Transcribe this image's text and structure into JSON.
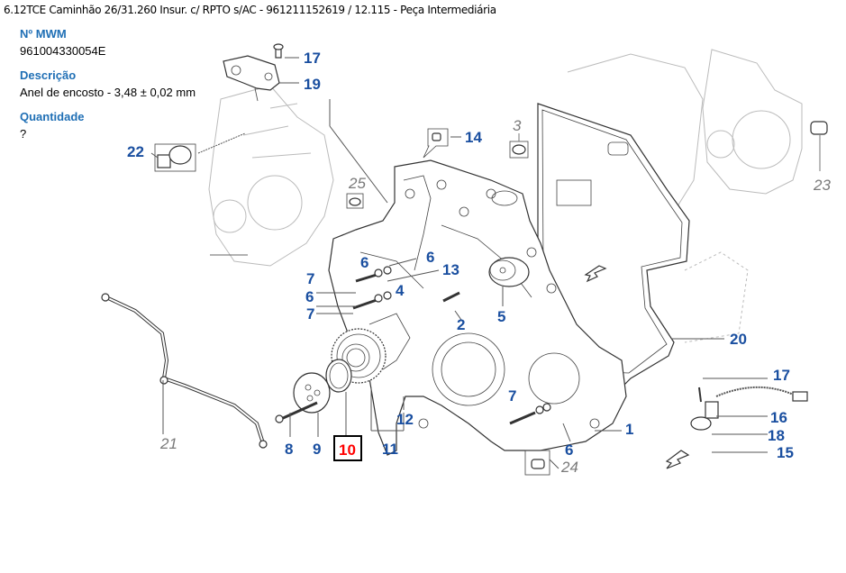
{
  "header": {
    "title": "6.12TCE Caminhão 26/31.260 Insur. c/ RPTO s/AC - 961211152619  /  12.115 - Peça Intermediária"
  },
  "details": {
    "part_number_label": "Nº MWM",
    "part_number_value": "961004330054E",
    "description_label": "Descrição",
    "description_value": "Anel de encosto - 3,48 ± 0,02 mm",
    "quantity_label": "Quantidade",
    "quantity_value": "?"
  },
  "diagram": {
    "selected_callout": "10",
    "colors": {
      "callout": "#1a4fa0",
      "callout_secondary": "#7a7a7a",
      "selected": "#ff0000",
      "label": "#1f6fb5"
    },
    "callouts": [
      {
        "id": "c17a",
        "text": "17"
      },
      {
        "id": "c19",
        "text": "19"
      },
      {
        "id": "c22",
        "text": "22"
      },
      {
        "id": "c14",
        "text": "14"
      },
      {
        "id": "c3",
        "text": "3"
      },
      {
        "id": "c25",
        "text": "25"
      },
      {
        "id": "c23",
        "text": "23"
      },
      {
        "id": "c6a",
        "text": "6"
      },
      {
        "id": "c6b",
        "text": "6"
      },
      {
        "id": "c13",
        "text": "13"
      },
      {
        "id": "c7a",
        "text": "7"
      },
      {
        "id": "c6c",
        "text": "6"
      },
      {
        "id": "c4",
        "text": "4"
      },
      {
        "id": "c7b",
        "text": "7"
      },
      {
        "id": "c2",
        "text": "2"
      },
      {
        "id": "c5",
        "text": "5"
      },
      {
        "id": "c20",
        "text": "20"
      },
      {
        "id": "c17b",
        "text": "17"
      },
      {
        "id": "c16",
        "text": "16"
      },
      {
        "id": "c18",
        "text": "18"
      },
      {
        "id": "c15",
        "text": "15"
      },
      {
        "id": "c7c",
        "text": "7"
      },
      {
        "id": "c1",
        "text": "1"
      },
      {
        "id": "c6d",
        "text": "6"
      },
      {
        "id": "c24",
        "text": "24"
      },
      {
        "id": "c12",
        "text": "12"
      },
      {
        "id": "c8",
        "text": "8"
      },
      {
        "id": "c9",
        "text": "9"
      },
      {
        "id": "c10",
        "text": "10"
      },
      {
        "id": "c11",
        "text": "11"
      },
      {
        "id": "c21",
        "text": "21"
      }
    ]
  }
}
